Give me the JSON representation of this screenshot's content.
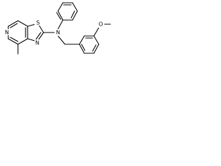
{
  "molecule": {
    "atoms": {
      "n_pyridine": "N",
      "s_thiazole": "S",
      "n_thiazole": "N",
      "n_amine": "N",
      "o_methoxy": "O"
    },
    "colors": {
      "bond": "#000000",
      "label": "#000000",
      "background": "#ffffff"
    }
  }
}
